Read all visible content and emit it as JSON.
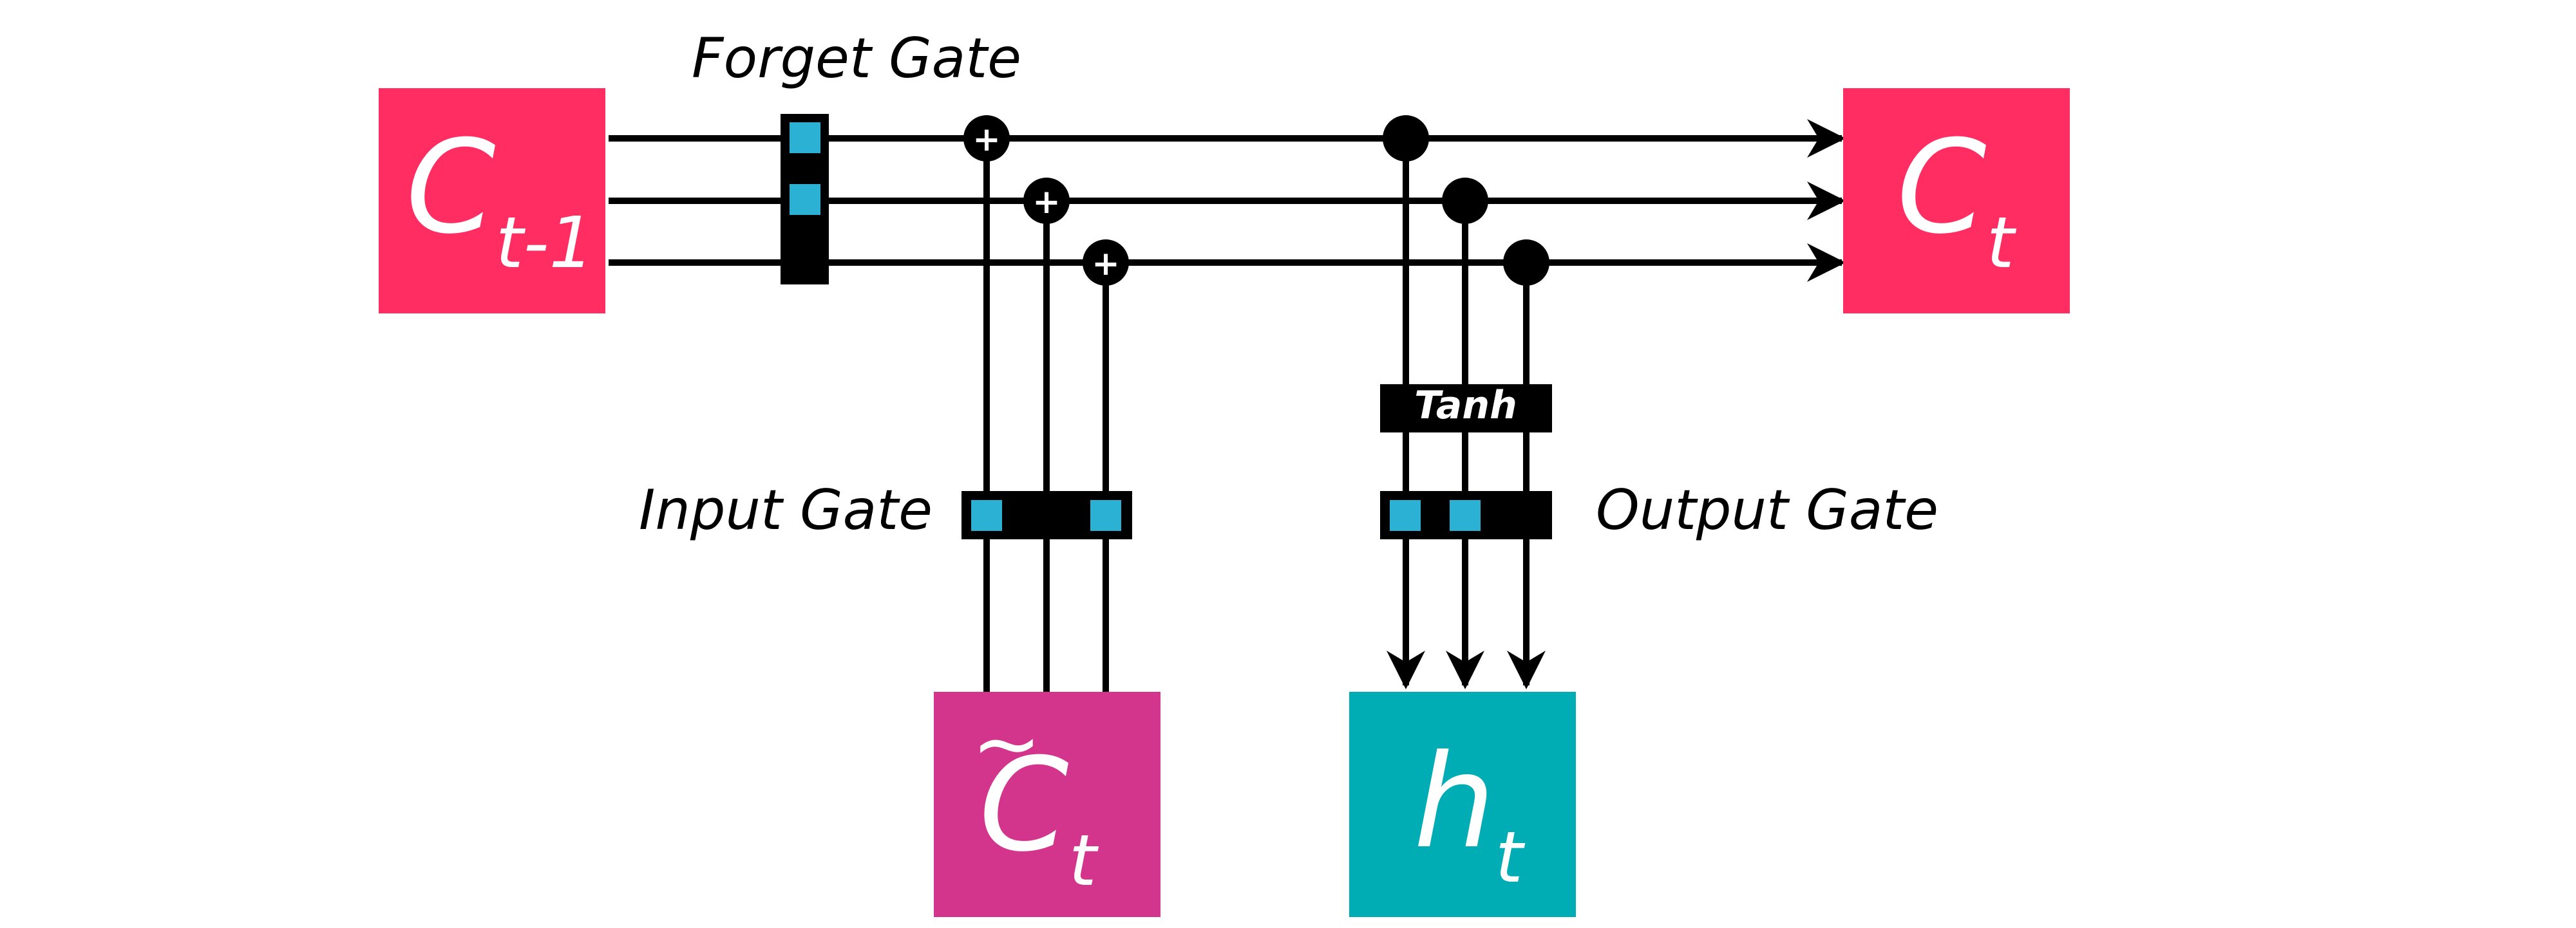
{
  "colors": {
    "cell_state": "#ff2d61",
    "candidate": "#d4358c",
    "hidden": "#00adb5",
    "gate_active": "#2bb1d3",
    "line": "#000000",
    "background": "#ffffff"
  },
  "boxes": {
    "c_prev": {
      "main": "C",
      "sub": "t-1"
    },
    "c_next": {
      "main": "C",
      "sub": "t"
    },
    "c_tilde": {
      "main": "C",
      "accent": "~",
      "sub": "t"
    },
    "h": {
      "main": "h",
      "sub": "t"
    }
  },
  "gates": {
    "forget": "Forget Gate",
    "input": "Input Gate",
    "output": "Output Gate",
    "tanh": "Tanh"
  },
  "ops": {
    "add": "+"
  }
}
